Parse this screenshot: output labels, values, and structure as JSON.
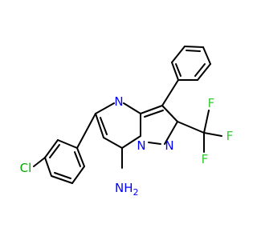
{
  "molecule": {
    "atoms": {
      "n4": "N",
      "n7a": "N",
      "n1": "N",
      "cl": "Cl",
      "nh2": "NH",
      "nh2_sub": "2",
      "f1": "F",
      "f2": "F",
      "f3": "F"
    },
    "colors": {
      "bond": "#000000",
      "nitrogen": "#0000ff",
      "chlorine": "#00aa00",
      "fluorine": "#33cc33",
      "background": "#ffffff"
    }
  }
}
